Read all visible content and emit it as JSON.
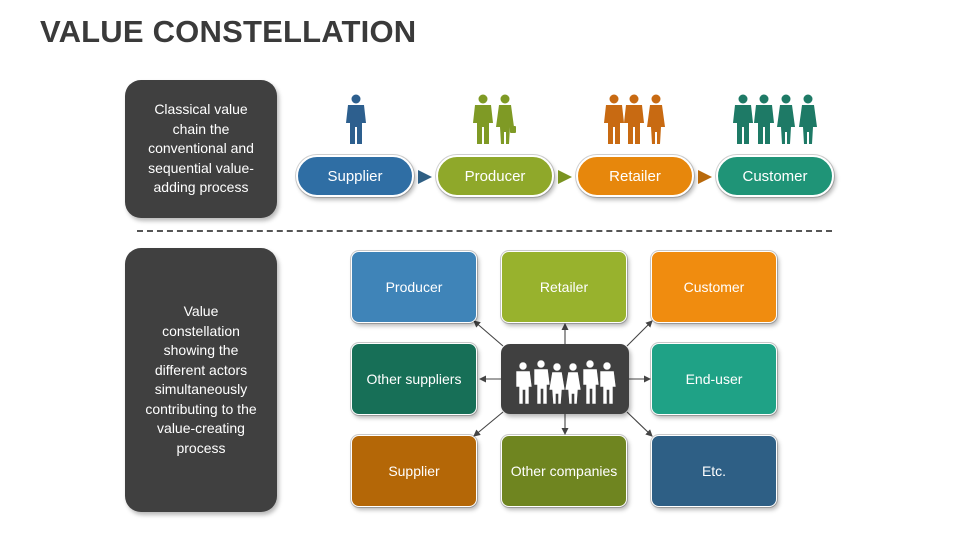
{
  "title": "VALUE CONSTELLATION",
  "classical": {
    "description": "Classical value chain the conventional and sequential value-adding process",
    "stages": [
      {
        "label": "Supplier",
        "color": "#2f6ea4"
      },
      {
        "label": "Producer",
        "color": "#8fa82a"
      },
      {
        "label": "Retailer",
        "color": "#e7870c"
      },
      {
        "label": "Customer",
        "color": "#1f9477"
      }
    ],
    "arrow_colors": [
      "#2f5f84",
      "#7a9321",
      "#b8690b"
    ],
    "people_icons": [
      "businessman-icon",
      "business-couple-icon",
      "business-team-icon",
      "business-group-icon"
    ],
    "people_colors": [
      "#2d5f8e",
      "#7f9a25",
      "#c86a12",
      "#1e7a66"
    ]
  },
  "constellation": {
    "description": "Value constellation showing the different actors simultaneously contributing to the value-creating process",
    "hub_icon": "group-of-people-icon",
    "actors": [
      {
        "label": "Producer",
        "color": "#3f84b8"
      },
      {
        "label": "Retailer",
        "color": "#98b22d"
      },
      {
        "label": "Customer",
        "color": "#f08c0f"
      },
      {
        "label": "Other suppliers",
        "color": "#176f57"
      },
      {
        "label": "End-user",
        "color": "#1fa286"
      },
      {
        "label": "Supplier",
        "color": "#b46707"
      },
      {
        "label": "Other companies",
        "color": "#6f8520"
      },
      {
        "label": "Etc.",
        "color": "#2e5f85"
      }
    ]
  }
}
